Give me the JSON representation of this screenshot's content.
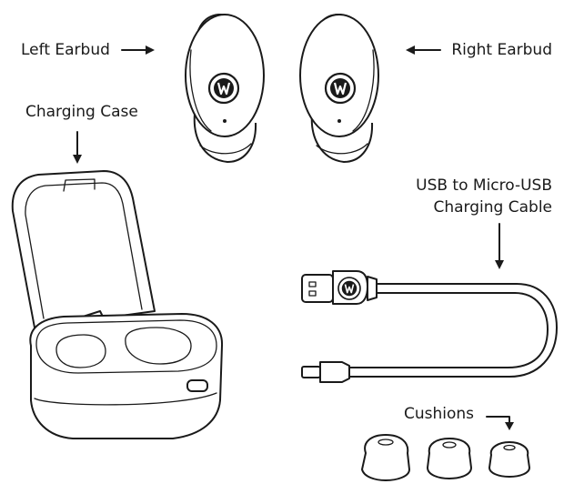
{
  "labels": {
    "left_earbud": "Left Earbud",
    "right_earbud": "Right Earbud",
    "charging_case": "Charging Case",
    "cable_line1": "USB to Micro-USB",
    "cable_line2": "Charging Cable",
    "cushions": "Cushions"
  },
  "colors": {
    "ink": "#1a1a1a",
    "background": "#ffffff"
  },
  "icons": [
    "arrow-right-icon",
    "arrow-left-icon",
    "arrow-down-icon",
    "brand-logo-icon"
  ]
}
